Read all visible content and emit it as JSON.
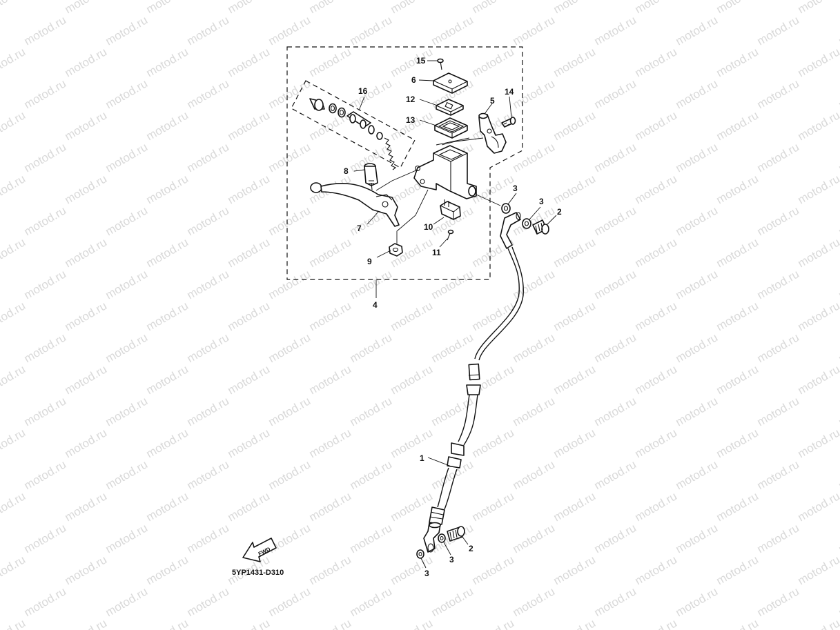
{
  "watermark": {
    "text": "motod.ru"
  },
  "diagram_code": "5YP1431-D310",
  "fwd_label": "FWD",
  "callouts": {
    "c1": "1",
    "c2a": "2",
    "c2b": "2",
    "c3a": "3",
    "c3b": "3",
    "c3c": "3",
    "c3d": "3",
    "c4": "4",
    "c5": "5",
    "c6": "6",
    "c7": "7",
    "c8": "8",
    "c9": "9",
    "c10": "10",
    "c11": "11",
    "c12": "12",
    "c13": "13",
    "c14": "14",
    "c15": "15",
    "c16": "16"
  },
  "colors": {
    "line": "#111111",
    "watermark": "#d9d9d9",
    "background": "#ffffff"
  }
}
